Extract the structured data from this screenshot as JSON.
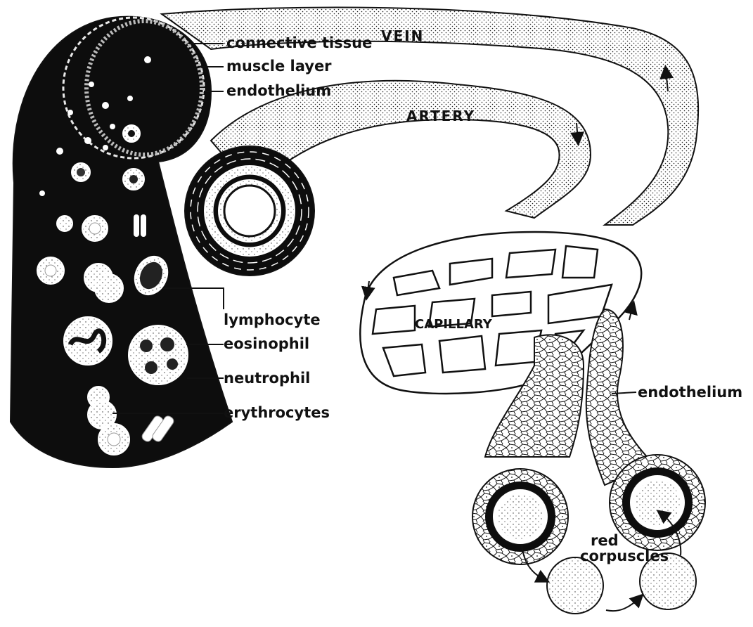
{
  "diagram": {
    "vessel_titles": {
      "vein": "VEIN",
      "artery": "ARTERY",
      "capillary": "CAPILLARY"
    },
    "wall_layers": {
      "connective_tissue": "connective tissue",
      "muscle_layer": "muscle layer",
      "endothelium_vein": "endothelium"
    },
    "blood_cells": {
      "lymphocyte": "lymphocyte",
      "eosinophil": "eosinophil",
      "neutrophil": "neutrophil",
      "erythrocytes": "erythrocytes"
    },
    "capillary_detail": {
      "endothelium": "endothelium",
      "red_corpuscles_line1": "red",
      "red_corpuscles_line2": "corpuscles"
    }
  }
}
